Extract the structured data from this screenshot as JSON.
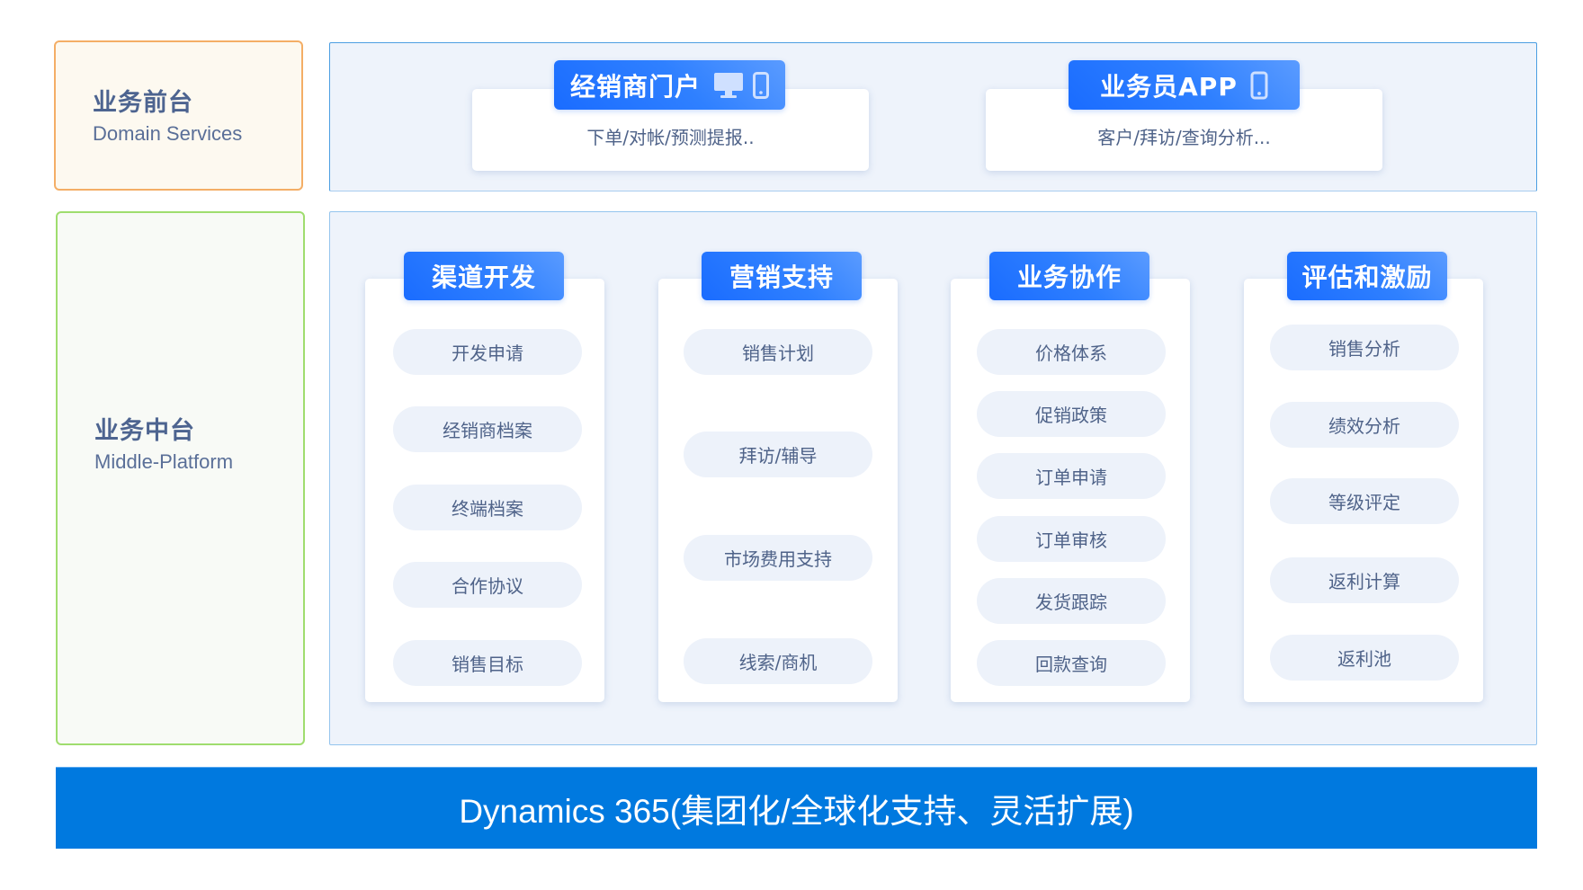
{
  "layers": {
    "front": {
      "title": "业务前台",
      "subtitle": "Domain Services"
    },
    "middle": {
      "title": "业务中台",
      "subtitle": "Middle-Platform"
    }
  },
  "portals": [
    {
      "title": "经销商门户",
      "description": "下单/对帐/预测提报..",
      "icons": [
        "desktop-icon",
        "mobile-icon"
      ]
    },
    {
      "title": "业务员APP",
      "description": "客户/拜访/查询分析...",
      "icons": [
        "mobile-icon"
      ]
    }
  ],
  "modules": [
    {
      "title": "渠道开发",
      "items": [
        "开发申请",
        "经销商档案",
        "终端档案",
        "合作协议",
        "销售目标"
      ]
    },
    {
      "title": "营销支持",
      "items": [
        "销售计划",
        "拜访/辅导",
        "市场费用支持",
        "线索/商机"
      ]
    },
    {
      "title": "业务协作",
      "items": [
        "价格体系",
        "促销政策",
        "订单申请",
        "订单审核",
        "发货跟踪",
        "回款查询"
      ]
    },
    {
      "title": "评估和激励",
      "items": [
        "销售分析",
        "绩效分析",
        "等级评定",
        "返利计算",
        "返利池"
      ]
    }
  ],
  "foundation": {
    "label": "Dynamics 365(集团化/全球化支持、灵活扩展)"
  },
  "colors": {
    "front_border": "#F4AE66",
    "middle_border": "#9FDD6E",
    "panel_border": "#4B9EE2",
    "panel_bg": "#EEF3FB",
    "header_blue": "#1A6CFF",
    "pill_bg": "#EDF2FA",
    "foundation_bg": "#0079DF",
    "text": "#4F6389"
  }
}
